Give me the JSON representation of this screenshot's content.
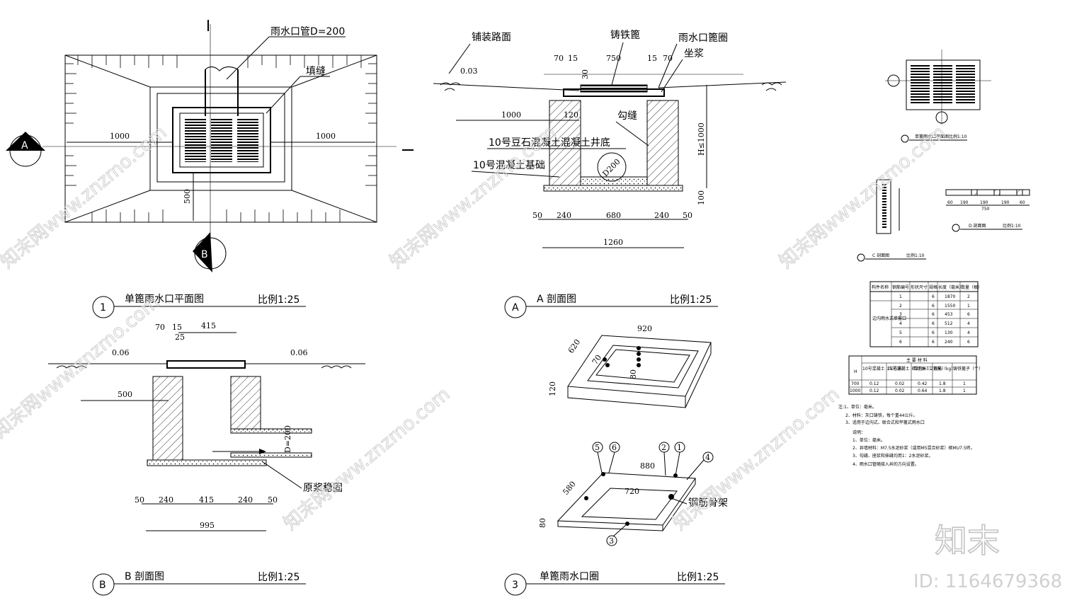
{
  "plan_view": {
    "pipe_label": "雨水口管D=200",
    "joint_label": "填缝",
    "dim_left": "1000",
    "dim_right": "1000",
    "dim_500": "500",
    "section_a": "A",
    "section_b": "B",
    "index": "1",
    "title": "单篦雨水口平面图",
    "scale": "比例1:25"
  },
  "section_a": {
    "paving": "铺装路面",
    "grate": "铸铁篦",
    "grate_ring": "雨水口篦圈",
    "mortar_bed": "坐浆",
    "slope": "0.03",
    "joint": "勾缝",
    "floor": "10号豆石混凝土混凝土井底",
    "base": "10号混凝土基础",
    "d70": "70",
    "d15": "15",
    "d750": "750",
    "d15b": "15",
    "d70b": "70",
    "d30": "30",
    "d1000": "1000",
    "d120": "120",
    "pipe_d": "D200",
    "h": "H≤1000",
    "d100": "100",
    "d50a": "50",
    "d240a": "240",
    "d680": "680",
    "d240b": "240",
    "d50b": "50",
    "d1260": "1260",
    "index": "A",
    "title": "A 剖面图",
    "scale": "比例1:25"
  },
  "section_b": {
    "d70": "70",
    "d15": "15",
    "d415top": "415",
    "d25": "25",
    "slope_left": "0.06",
    "slope_right": "0.06",
    "d500": "500",
    "pipe": "D=200",
    "mortar": "原浆稳固",
    "d50a": "50",
    "d240a": "240",
    "d415": "415",
    "d240b": "240",
    "d50b": "50",
    "d995": "995",
    "index": "B",
    "title": "B 剖面图",
    "scale": "比例1:25"
  },
  "frame_iso": {
    "d920": "920",
    "d620": "620",
    "d70": "70",
    "d80": "80",
    "d120": "120"
  },
  "ring_iso": {
    "d880": "880",
    "d580": "580",
    "d720": "720",
    "d80": "80",
    "rebar": "钢筋骨架",
    "c5": "5",
    "c6": "6",
    "c2": "2",
    "c1": "1",
    "c4": "4",
    "c3": "3",
    "index": "3",
    "title": "单篦雨水口圈",
    "scale": "比例1:25"
  },
  "grate_detail": {
    "plan_title": "单篦雨水口平面图",
    "plan_scale": "比例1:10",
    "c_title": "C 剖面图",
    "c_scale": "比例1:10",
    "d_title": "D 剖面图",
    "d_scale": "比例1:10",
    "d_dims": [
      "60",
      "190",
      "190",
      "190",
      "60",
      "750"
    ]
  },
  "rebar_table": {
    "headers": [
      "构件名称",
      "钢筋编号",
      "形状尺寸",
      "规格",
      "长度（毫米）",
      "数量（根）"
    ],
    "member": "边沟雨水式单篦口",
    "rows": [
      [
        "1",
        "6",
        "1870",
        "2"
      ],
      [
        "2",
        "6",
        "1550",
        "1"
      ],
      [
        "3",
        "6",
        "453",
        "6"
      ],
      [
        "4",
        "6",
        "512",
        "4"
      ],
      [
        "5",
        "6",
        "130",
        "4"
      ],
      [
        "6",
        "6",
        "240",
        "6"
      ]
    ]
  },
  "material_table": {
    "title": "主 要 材 料",
    "headers": [
      "H",
      "10号混凝土（立方米）",
      "25号混凝土（立方米）",
      "砖砌体（立方米）",
      "钢筋（kg）",
      "铸铁篦子（个）"
    ],
    "rows": [
      [
        "700",
        "0.12",
        "0.02",
        "0.42",
        "1.8",
        "1"
      ],
      [
        "1000",
        "0.12",
        "0.02",
        "0.64",
        "1.8",
        "1"
      ]
    ]
  },
  "notes": [
    "注:1、单位：毫米。",
    "2、材料：灰口铸铁，每个重44公斤。",
    "3、适用于边沟式、联合式和平篦式雨水口",
    "说明：",
    "1、单位：毫米。",
    "2、井墙材料：M7.5水泥砂浆（或用M5混合砂浆）砌MU7.5砖。",
    "3、勾缝、座浆和抹缝均用1：2水泥砂浆。",
    "4、雨水口管随接入井的方向设置。"
  ],
  "watermark": {
    "logo": "知末",
    "id": "ID: 1164679368",
    "marks": [
      "知末网www.znzmo.com"
    ]
  }
}
